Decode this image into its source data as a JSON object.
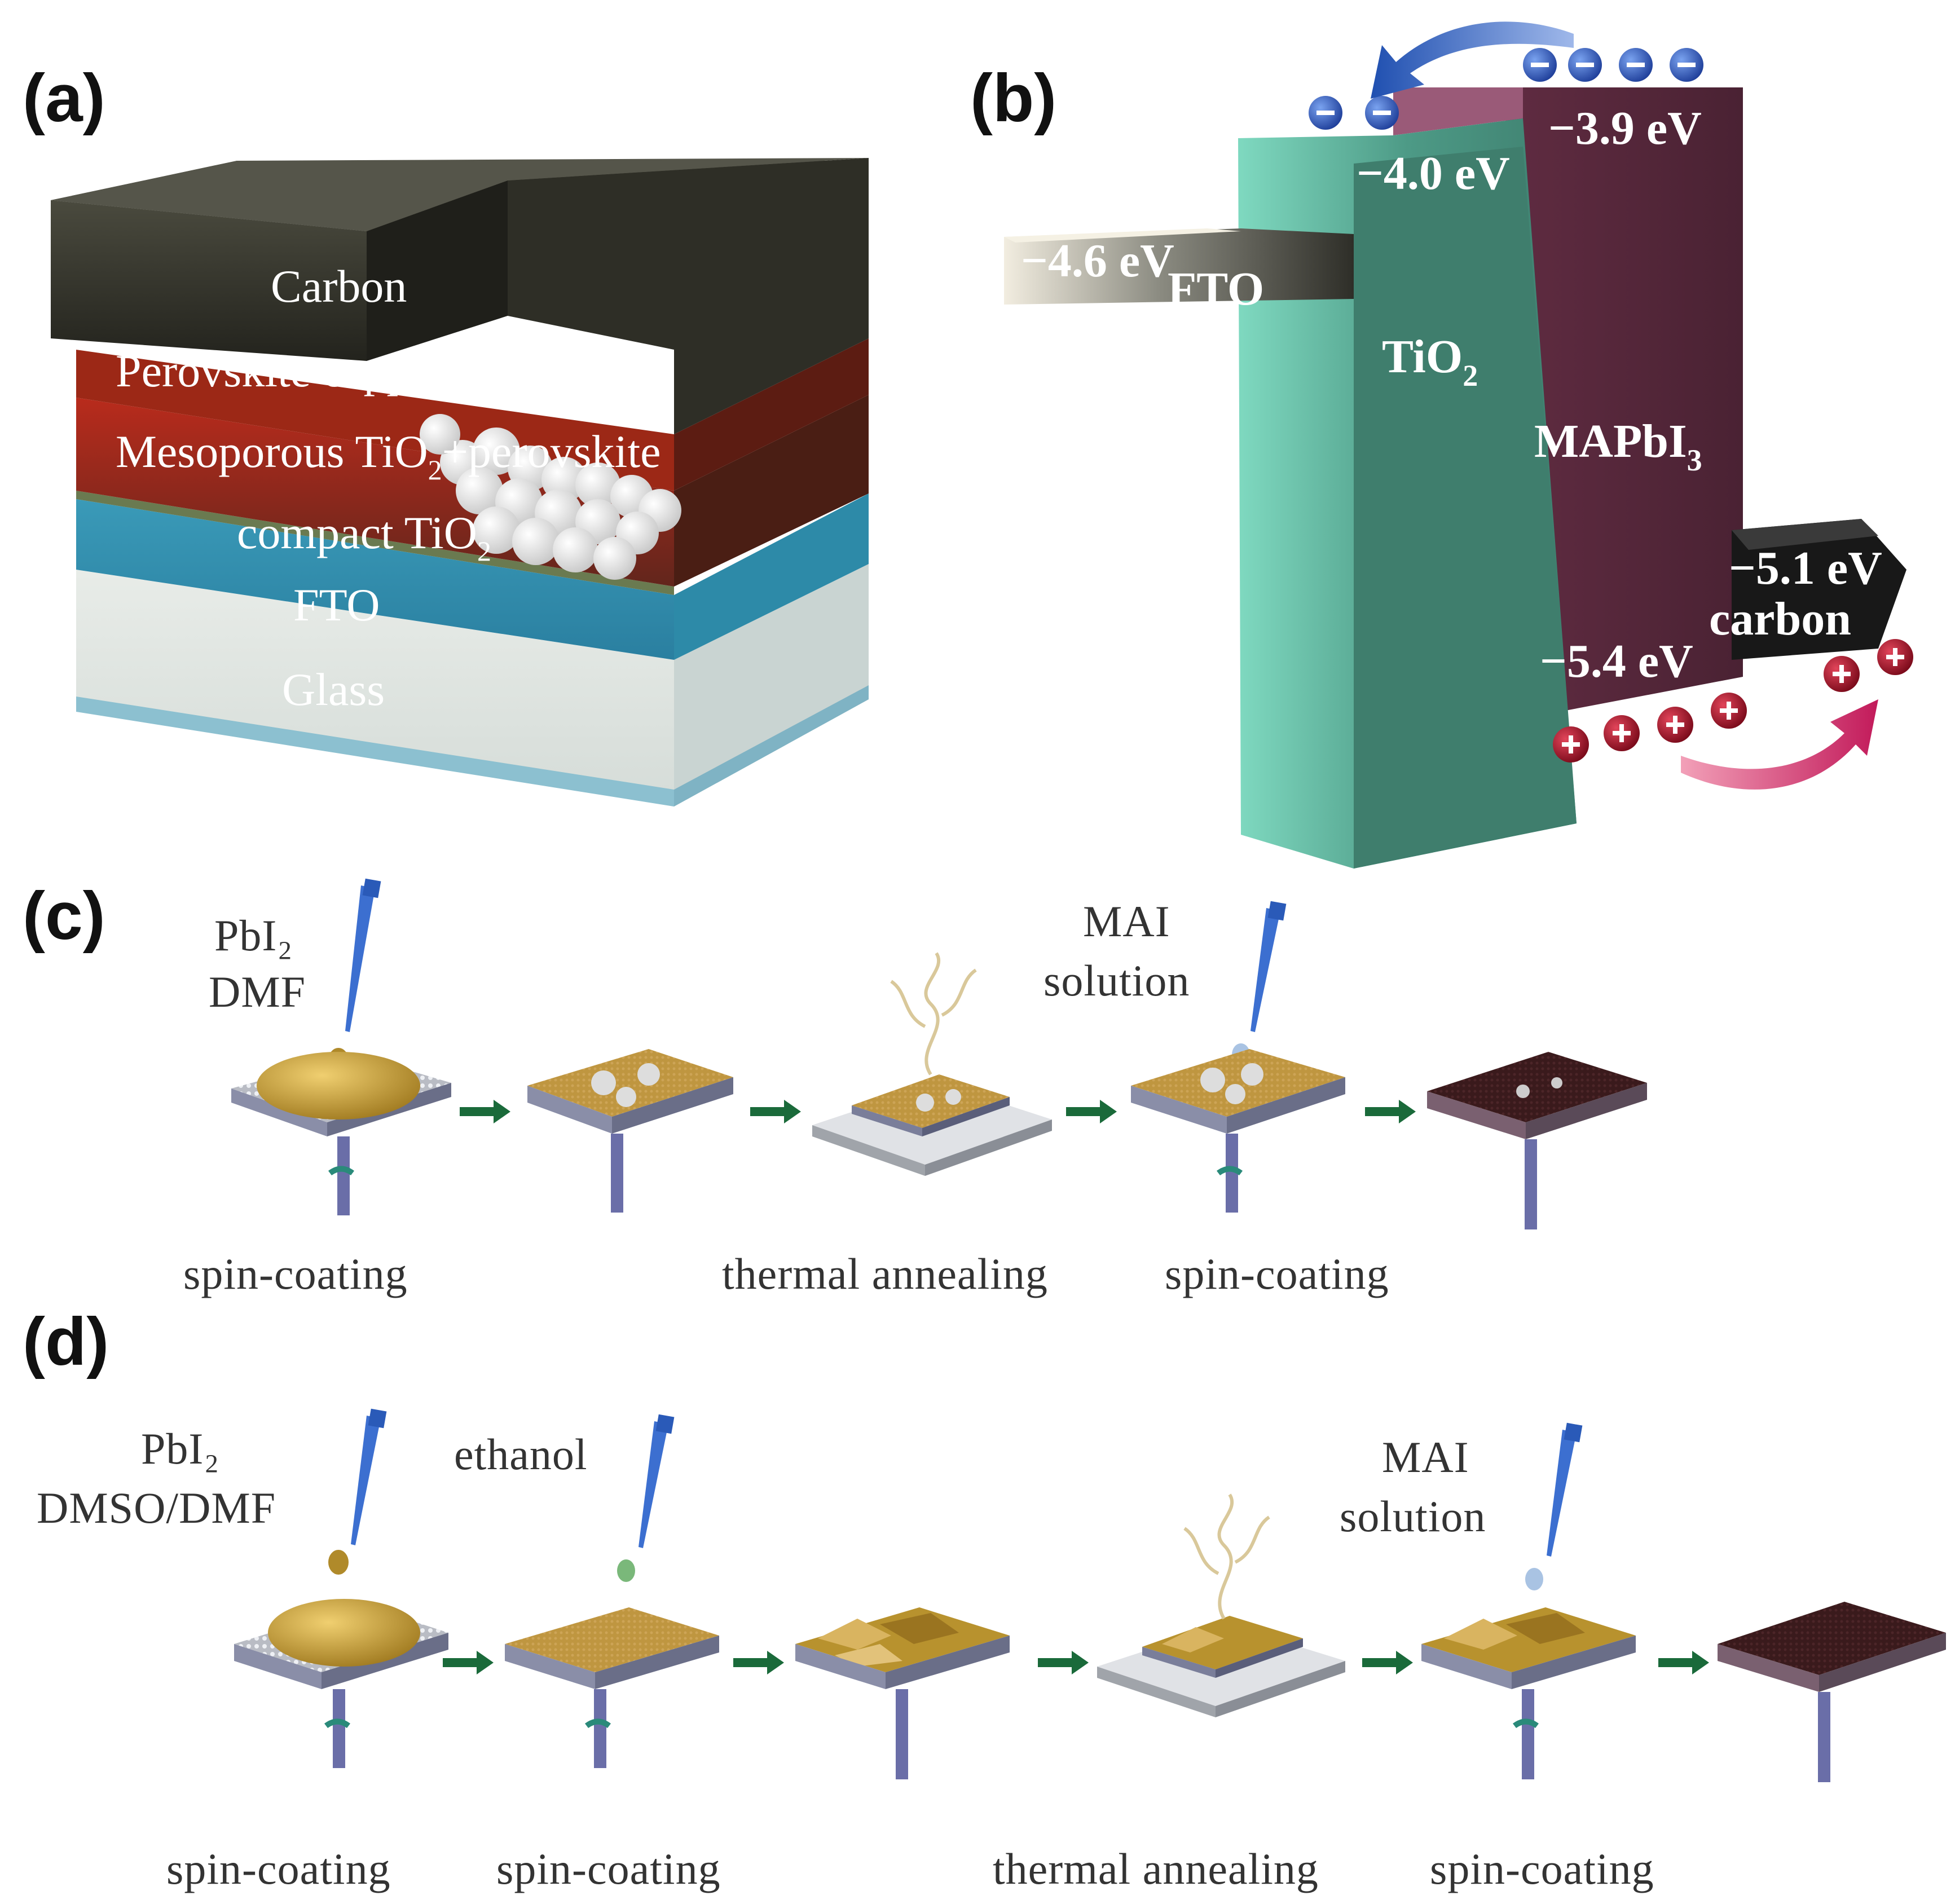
{
  "panels": {
    "a": {
      "label": "(a)"
    },
    "b": {
      "label": "(b)"
    },
    "c": {
      "label": "(c)"
    },
    "d": {
      "label": "(d)"
    }
  },
  "device_layers": {
    "carbon": "Carbon",
    "capping": "Perovskite capping-layer",
    "mesoporous_prefix": "Mesoporous TiO",
    "mesoporous_sub": "2",
    "mesoporous_suffix": "+perovskite",
    "compact_prefix": "compact TiO",
    "compact_sub": "2",
    "fto": "FTO",
    "glass": "Glass"
  },
  "energy_diagram": {
    "fto_label": "FTO",
    "fto_level": "−4.6 eV",
    "tio2_label_prefix": "TiO",
    "tio2_label_sub": "2",
    "tio2_level": "−4.0 eV",
    "mapbi3_label_prefix": "MAPbI",
    "mapbi3_label_sub": "3",
    "mapbi3_lumo": "−3.9 eV",
    "mapbi3_homo": "−5.4 eV",
    "carbon_label": "carbon",
    "carbon_level": "−5.1 eV",
    "electron_symbol": "−",
    "hole_symbol": "+",
    "colors": {
      "tio2": "#4f8f7c",
      "mapbi3": "#5a2a3c",
      "carbon": "#1c1c1c",
      "fto": "#6b6b60",
      "electron": "#2f57b8",
      "hole": "#a3142a"
    }
  },
  "process_c": {
    "reagent1_line1": "PbI₂",
    "reagent1_line2": "DMF",
    "reagent2_line1": "MAI",
    "reagent2_line2": "solution",
    "step1": "spin-coating",
    "step3": "thermal annealing",
    "step4": "spin-coating"
  },
  "process_d": {
    "reagent1_line1": "PbI₂",
    "reagent1_line2": "DMSO/DMF",
    "reagent2": "ethanol",
    "reagent3_line1": "MAI",
    "reagent3_line2": "solution",
    "step1": "spin-coating",
    "step2": "spin-coating",
    "step4": "thermal annealing",
    "step5": "spin-coating"
  }
}
